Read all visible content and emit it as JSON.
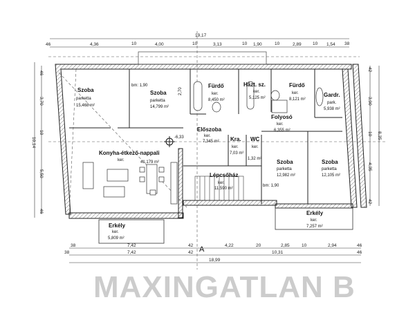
{
  "watermark": "MAXINGATLAN B",
  "rooms": {
    "szoba1": {
      "name": "Szoba",
      "floor": "parketta",
      "area": "15,468 m²"
    },
    "szoba2": {
      "name": "Szoba",
      "floor": "parketta",
      "area": "14,799 m²"
    },
    "furdo1": {
      "name": "Fürdő",
      "floor": "ker.",
      "area": "8,450 m²"
    },
    "haztsz": {
      "name": "Házt. sz.",
      "floor": "ker.",
      "area": "5,125 m²"
    },
    "furdo2": {
      "name": "Fürdő",
      "floor": "ker.",
      "area": "8,121 m²"
    },
    "gardr": {
      "name": "Gardr.",
      "floor": "park.",
      "area": "5,938 m²"
    },
    "eloszoba": {
      "name": "Előszoba",
      "floor": "ker.",
      "area": "7,345 m²"
    },
    "folyoso": {
      "name": "Folyosó",
      "floor": "ker.",
      "area": "6,355 m²"
    },
    "kra": {
      "name": "Kra.",
      "floor": "ker.",
      "area": "7,03 m²"
    },
    "wc": {
      "name": "WC",
      "floor": "ker.",
      "area": "1,32 m²"
    },
    "konyha": {
      "name": "Konyha-étkező-nappali",
      "floor": "ker.",
      "area": "41,179 m²"
    },
    "lepcsohaz": {
      "name": "Lépcsőház",
      "floor": "ker.",
      "area": "11,590 m²"
    },
    "szoba3": {
      "name": "Szoba",
      "floor": "parketta",
      "area": "12,982 m²"
    },
    "szoba4": {
      "name": "Szoba",
      "floor": "parketta",
      "area": "12,105 m²"
    },
    "erkely1": {
      "name": "Erkély",
      "floor": "ker.",
      "area": "5,809 m²"
    },
    "erkely2": {
      "name": "Erkély",
      "floor": "ker.",
      "area": "7,257 m²"
    }
  },
  "annotations": {
    "bm1": "bm: 1,90",
    "bm2": "bm: 1,90",
    "level": "-6,33",
    "h1": "2,70",
    "section": "A"
  },
  "dims_top": {
    "total": "19,17",
    "row": [
      "46",
      "4,36",
      "10",
      "4,00",
      "10",
      "3,13",
      "10",
      "1,90",
      "10",
      "2,89",
      "10",
      "1,54",
      "38"
    ]
  },
  "dims_bottom": {
    "row1": [
      "38",
      "7,42",
      "42",
      "4,22",
      "20",
      "2,85",
      "10",
      "2,94",
      "46"
    ],
    "row2": [
      "38",
      "7,42",
      "42",
      "10,31",
      "46"
    ],
    "total": "18,99"
  },
  "dims_left": {
    "row": [
      "46",
      "3,70",
      "10",
      "5,50",
      "46"
    ],
    "total": "10,14"
  },
  "dims_right": {
    "row": [
      "42",
      "3,90",
      "10",
      "4,35",
      "42"
    ],
    "total": "8,35"
  }
}
